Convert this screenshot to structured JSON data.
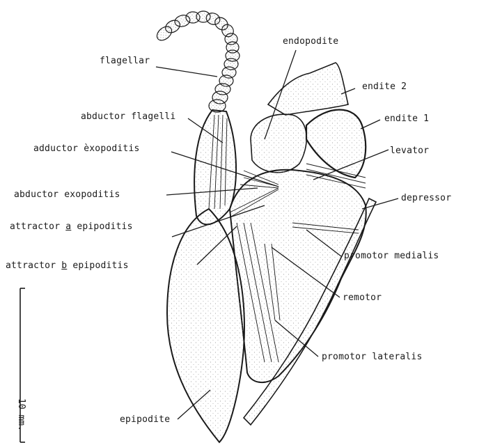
{
  "labels": {
    "flagellar": "flagellar",
    "endopodite": "endopodite",
    "endite2": "endite 2",
    "endite1": "endite 1",
    "abductor_flagelli": "abductor flagelli",
    "adductor_exopoditis": "adductor èxopoditis",
    "levator": "levator",
    "abductor_exopoditis": "abductor exopoditis",
    "depressor": "depressor",
    "attractor_a_pre": "attractor ",
    "attractor_a_letter": "a",
    "attractor_a_post": " epipoditis",
    "attractor_b_pre": "attractor ",
    "attractor_b_letter": "b",
    "attractor_b_post": " epipoditis",
    "promotor_medialis": "promotor medialis",
    "remotor": "remotor",
    "promotor_lateralis": "promotor lateralis",
    "epipodite": "epipodite"
  },
  "scale_bar": {
    "label": "10 mm."
  },
  "colors": {
    "ink": "#1a1a1a",
    "paper": "#ffffff",
    "stipple": "#8a8a8a"
  }
}
